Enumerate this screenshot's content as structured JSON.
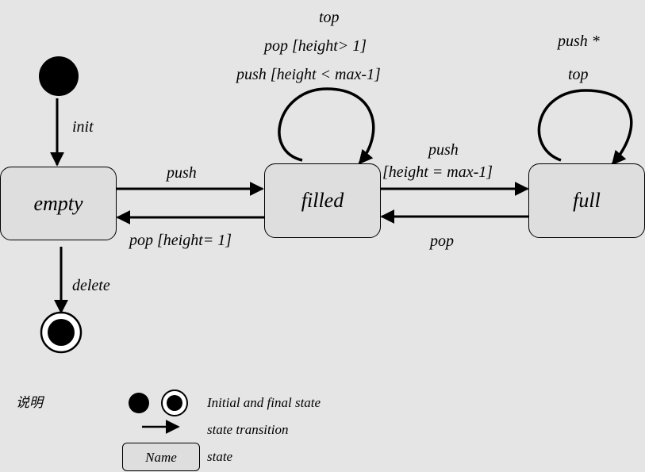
{
  "states": {
    "empty": "empty",
    "filled": "filled",
    "full": "full"
  },
  "transitions": {
    "init": "init",
    "delete": "delete",
    "empty_to_filled": "push",
    "filled_to_empty": "pop  [height= 1]",
    "filled_to_full_line1": "push",
    "filled_to_full_line2": "[height = max-1]",
    "full_to_filled": "pop",
    "filled_self_top": "top",
    "filled_self_pop": "pop  [height> 1]",
    "filled_self_push": "push  [height < max-1]",
    "full_self_push": "push *",
    "full_self_top": "top"
  },
  "legend": {
    "title": "说明",
    "initial_final": "Initial and final state",
    "transition": "state transition",
    "state_sample": "Name",
    "state": "state"
  }
}
